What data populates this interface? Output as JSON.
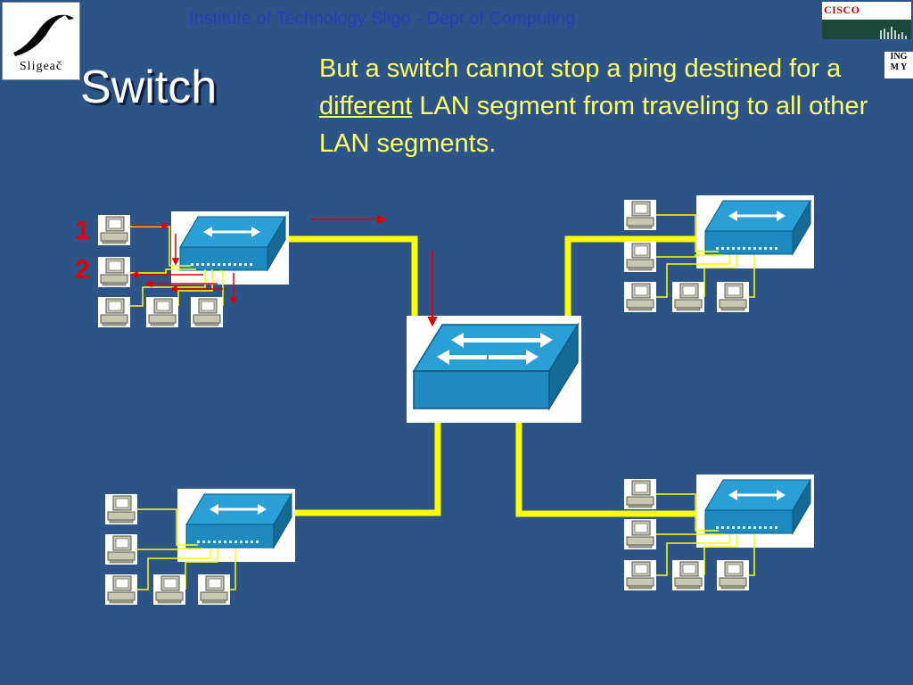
{
  "header": {
    "text": "Institute of Technology Sligo - Dept of Computing"
  },
  "logo_left": {
    "text": "Sligeač"
  },
  "logo_right": {
    "brand": "Cisco Systems",
    "tag_lines": [
      "ING",
      "M Y"
    ]
  },
  "slide": {
    "title": "Switch",
    "body_before": "But a switch cannot stop a ping destined for a ",
    "body_underlined": "different",
    "body_after": " LAN segment from traveling to all other LAN segments."
  },
  "markers": {
    "one": "1",
    "two": "2"
  },
  "colors": {
    "background": "#2d5486",
    "text": "#ffff66",
    "link": "#ffff00",
    "arrow": "#dd0000",
    "header": "#1f3fb8"
  },
  "icons": [
    "computer-icon",
    "workgroup-switch-icon",
    "multilayer-switch-icon",
    "red-arrow-icon"
  ]
}
